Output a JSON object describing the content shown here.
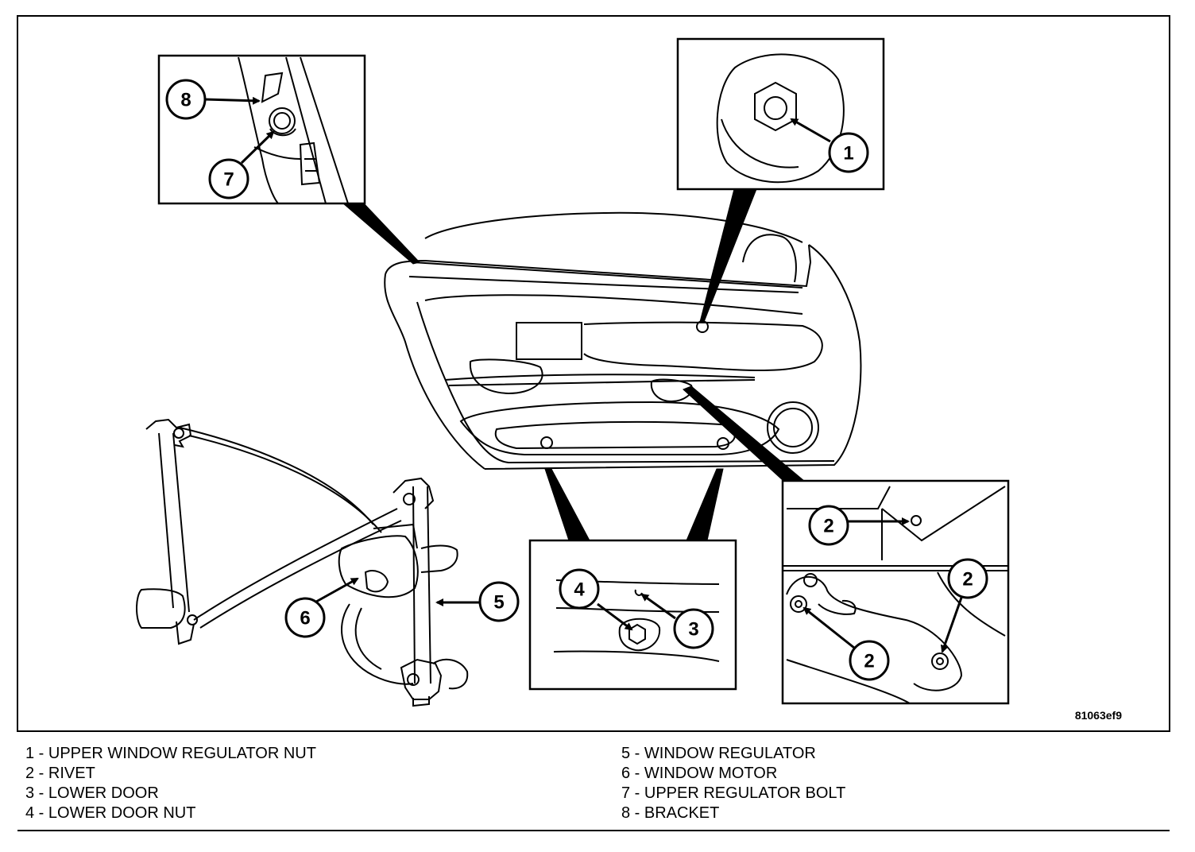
{
  "figure_code": "81063ef9",
  "callouts": {
    "c1": "1",
    "c2a": "2",
    "c2b": "2",
    "c2c": "2",
    "c3": "3",
    "c4": "4",
    "c5": "5",
    "c6": "6",
    "c7": "7",
    "c8": "8"
  },
  "legend": {
    "left": [
      "1 - UPPER WINDOW REGULATOR NUT",
      "2 - RIVET",
      "3 - LOWER DOOR",
      "4 - LOWER DOOR NUT"
    ],
    "right": [
      "5 - WINDOW REGULATOR",
      "6 - WINDOW MOTOR",
      "7 - UPPER REGULATOR BOLT",
      "8 - BRACKET"
    ]
  }
}
